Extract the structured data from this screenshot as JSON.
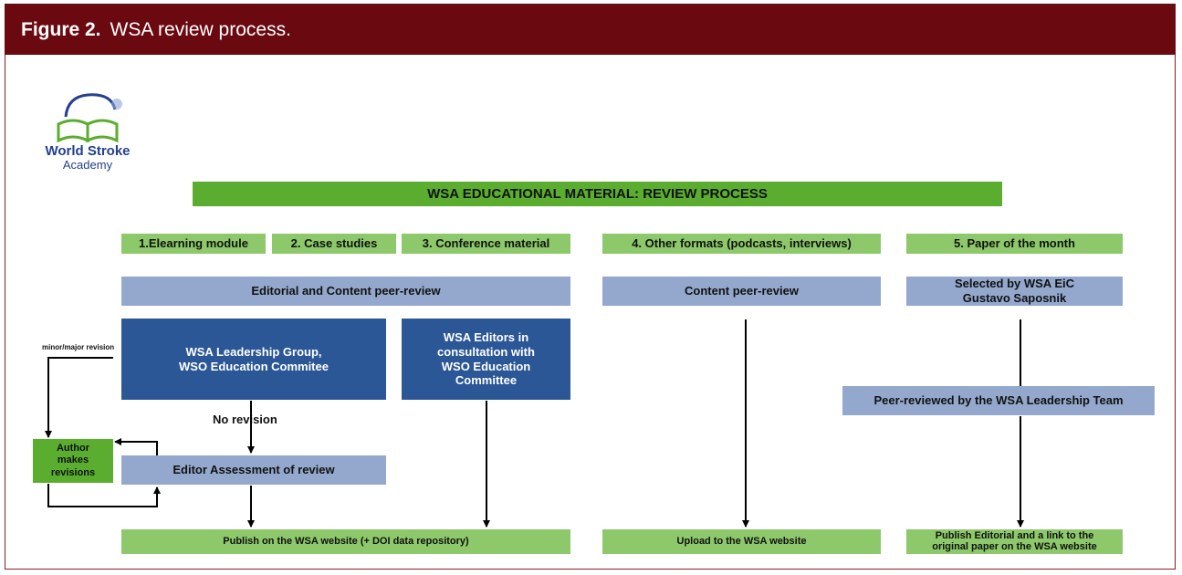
{
  "figure": {
    "label": "Figure 2.",
    "caption": "WSA review process."
  },
  "logo": {
    "line1": "World Stroke",
    "line2": "Academy"
  },
  "diagram": {
    "title": "WSA EDUCATIONAL MATERIAL: REVIEW PROCESS",
    "categories": {
      "c1": "1.Elearning module",
      "c2": "2. Case studies",
      "c3": "3. Conference material",
      "c4": "4. Other formats (podcasts, interviews)",
      "c5": "5. Paper of the month"
    },
    "reviews": {
      "editorial": "Editorial and Content peer-review",
      "content": "Content peer-review",
      "selected_line1": "Selected by WSA EiC",
      "selected_line2": "Gustavo Saposnik"
    },
    "leadership": {
      "line1": "WSA Leadership Group,",
      "line2": "WSO Education Commitee"
    },
    "editors": {
      "line1": "WSA Editors in",
      "line2": "consultation with",
      "line3": "WSO Education",
      "line4": "Committee"
    },
    "minor_major": "minor/major revision",
    "no_revision": "No revision",
    "author": {
      "line1": "Author",
      "line2": "makes",
      "line3": "revisions"
    },
    "assessment": "Editor Assessment of review",
    "peer_reviewed": "Peer-reviewed by the WSA Leadership Team",
    "outputs": {
      "publish": "Publish on the WSA website  (+ DOI data repository)",
      "upload": "Upload to the WSA website",
      "editorial_line1": "Publish Editorial and a link to the",
      "editorial_line2": "original paper on the WSA website"
    }
  },
  "colors": {
    "header": "#6b0910",
    "title_green": "#5aad2e",
    "label_green": "#8dc86a",
    "light_blue": "#93a8cc",
    "dark_blue": "#2b5797"
  }
}
